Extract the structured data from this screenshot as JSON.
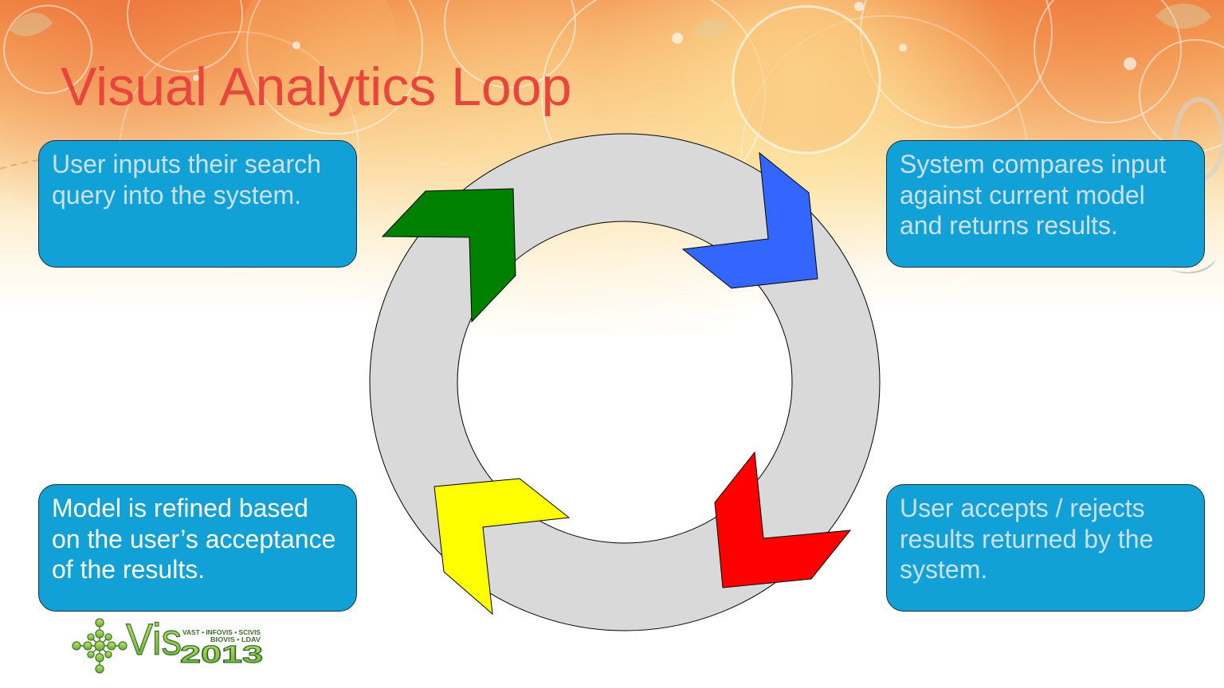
{
  "slide": {
    "title": "Visual Analytics Loop",
    "title_color": "#e8453c",
    "box_fill": "#12a1d6",
    "box_border": "#1f2f38"
  },
  "steps": {
    "input": {
      "lines": [
        "User inputs their search",
        "query into the system."
      ],
      "text_color": "#cbe0ea"
    },
    "compare": {
      "lines": [
        "System compares input",
        "against current model",
        "and returns results."
      ],
      "text_color": "#cbe0ea"
    },
    "accept": {
      "lines": [
        "User accepts / rejects",
        "results returned by the",
        "system."
      ],
      "text_color": "#cbe0ea"
    },
    "refine": {
      "lines": [
        "Model is refined based",
        "on the user’s acceptance",
        "of the results."
      ],
      "text_color": "#ffffff"
    }
  },
  "cycle": {
    "ring_color": "#d9d9d9",
    "outline_color": "#000000",
    "arrows": {
      "top_left": {
        "color": "#008000",
        "icon": "chevron-arrow-icon"
      },
      "top_right": {
        "color": "#3366ff",
        "icon": "chevron-arrow-icon"
      },
      "bottom_right": {
        "color": "#ff0000",
        "icon": "chevron-arrow-icon"
      },
      "bottom_left": {
        "color": "#ffff00",
        "icon": "chevron-arrow-icon"
      }
    }
  },
  "logo": {
    "wordmark": "Vis",
    "year": "2013",
    "tagline_1": "VAST • INFOVIS • SCIVIS",
    "tagline_2": "BIOVIS • LDAV",
    "fill_color": "#a6d34c",
    "outline_color": "#2f6b2a",
    "icon": "molecule-icon"
  }
}
